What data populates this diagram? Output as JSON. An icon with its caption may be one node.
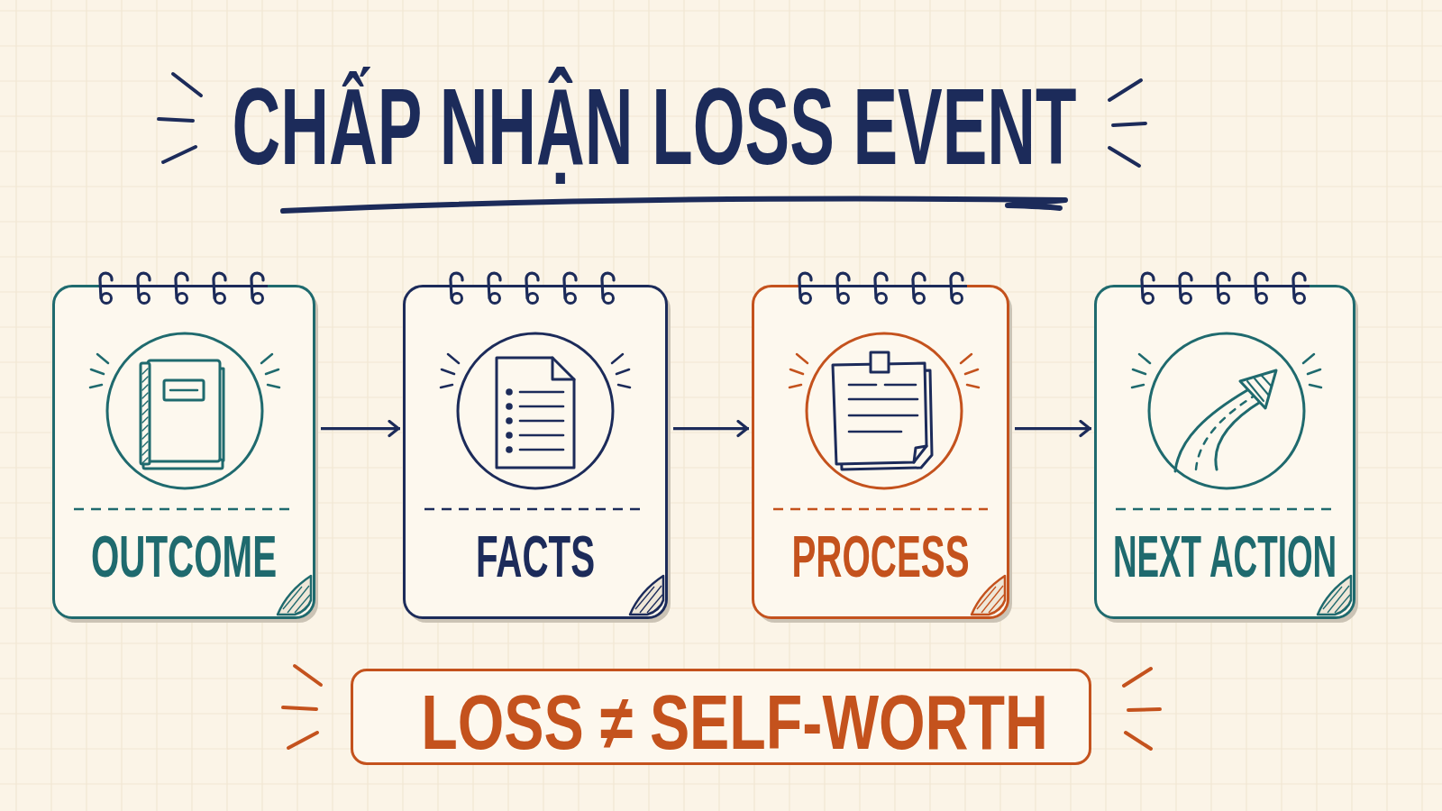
{
  "diagram": {
    "title": "CHẤP NHẬN LOSS EVENT",
    "nodes": [
      {
        "text": [
          "OUTCOME"
        ]
      },
      {
        "text": [
          "FACTS"
        ]
      },
      {
        "text": [
          "PROCESS"
        ]
      },
      {
        "text": [
          "NEXT ACTION"
        ]
      },
      {
        "text": [
          "LOSS ≠ SELF-WORTH"
        ]
      }
    ],
    "edges": [
      {
        "from": 0,
        "to": 1,
        "arrow": "to"
      },
      {
        "from": 1,
        "to": 2,
        "arrow": "to"
      },
      {
        "from": 2,
        "to": 3,
        "arrow": "to"
      }
    ]
  }
}
